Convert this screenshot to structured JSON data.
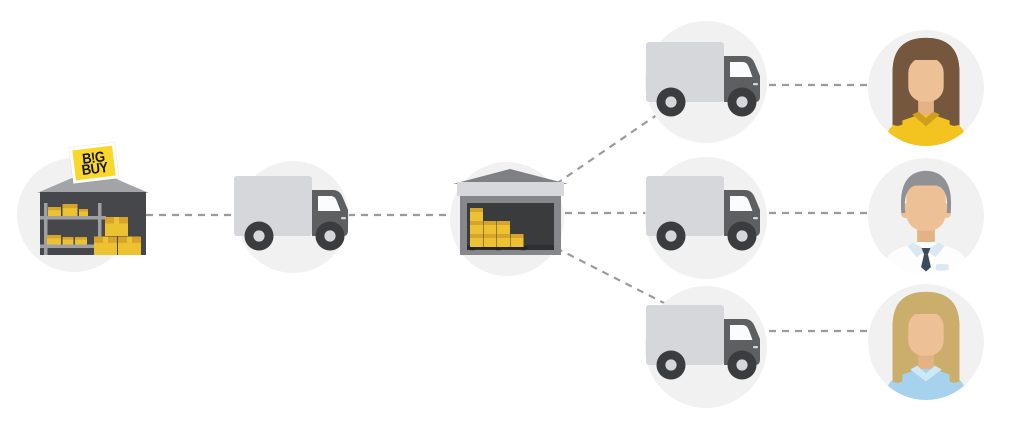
{
  "page": {
    "background": "#ffffff",
    "description": "Flat illustration of the BigBuy dropshipping logistics flow: supplier warehouse ships goods by truck to a distribution warehouse, from which three delivery trucks carry parcels to three end customers. All stages are connected with gray dashed lines."
  },
  "sign": {
    "line1": "B!G",
    "line2": "BUY"
  },
  "nodes": {
    "supplier": {
      "label": "BigBuy supplier warehouse with shelves of yellow parcels",
      "icon": "warehouse-boxes-icon"
    },
    "linehaul": {
      "label": "Courier truck",
      "icon": "delivery-truck-icon"
    },
    "hub": {
      "label": "Distribution warehouse with stacked yellow parcels on a pallet",
      "icon": "garage-boxes-icon"
    },
    "delivery_trucks": [
      {
        "label": "Delivery truck to customer 1",
        "icon": "delivery-truck-icon"
      },
      {
        "label": "Delivery truck to customer 2",
        "icon": "delivery-truck-icon"
      },
      {
        "label": "Delivery truck to customer 3",
        "icon": "delivery-truck-icon"
      }
    ],
    "customers": [
      {
        "label": "Customer 1 — woman with brown hair, yellow shirt",
        "icon": "woman-brown-hair-avatar-icon"
      },
      {
        "label": "Customer 2 — man with gray hair, white shirt and tie",
        "icon": "man-gray-hair-avatar-icon"
      },
      {
        "label": "Customer 3 — woman with blonde hair, light blue shirt",
        "icon": "woman-blonde-hair-avatar-icon"
      }
    ]
  },
  "edges": [
    {
      "from": "supplier",
      "to": "linehaul",
      "style": "dashed"
    },
    {
      "from": "linehaul",
      "to": "hub",
      "style": "dashed"
    },
    {
      "from": "hub",
      "to": "delivery-truck-1",
      "style": "dashed"
    },
    {
      "from": "hub",
      "to": "delivery-truck-2",
      "style": "dashed"
    },
    {
      "from": "hub",
      "to": "delivery-truck-3",
      "style": "dashed"
    },
    {
      "from": "delivery-truck-1",
      "to": "customer-1",
      "style": "dashed"
    },
    {
      "from": "delivery-truck-2",
      "to": "customer-2",
      "style": "dashed"
    },
    {
      "from": "delivery-truck-3",
      "to": "customer-3",
      "style": "dashed"
    }
  ],
  "palette": {
    "circleBg": "#f1f1f2",
    "dashLine": "#9b9b9b",
    "truckBody": "#d5d7da",
    "truckCab": "#5d5f61",
    "truckWindow": "#fbfcfd",
    "wheel": "#3a3c3e",
    "warehouseWall": "#46474a",
    "warehouseRoof": "#a2a4a7",
    "hubRoof": "#7e8083",
    "hubBand": "#d6d8db",
    "hubFrame": "#85878a",
    "hubInterior": "#3a3b3d",
    "boxYellow": "#edc232",
    "boxLid": "#d8a32a",
    "signYellow": "#f9d82b",
    "skin": "#eec096",
    "hairBrown": "#74573d",
    "hairGray": "#8f9194",
    "hairBlonde": "#cbae6b",
    "shirtYellow": "#f3c41f",
    "collarYellow": "#cf9e1a",
    "shirtWhite": "#fdfdfe",
    "collarBlue": "#dbe7f1",
    "tie": "#3d4a57",
    "shirtBlue": "#a7d2ee",
    "collarLightBlue": "#cfe8f9"
  }
}
